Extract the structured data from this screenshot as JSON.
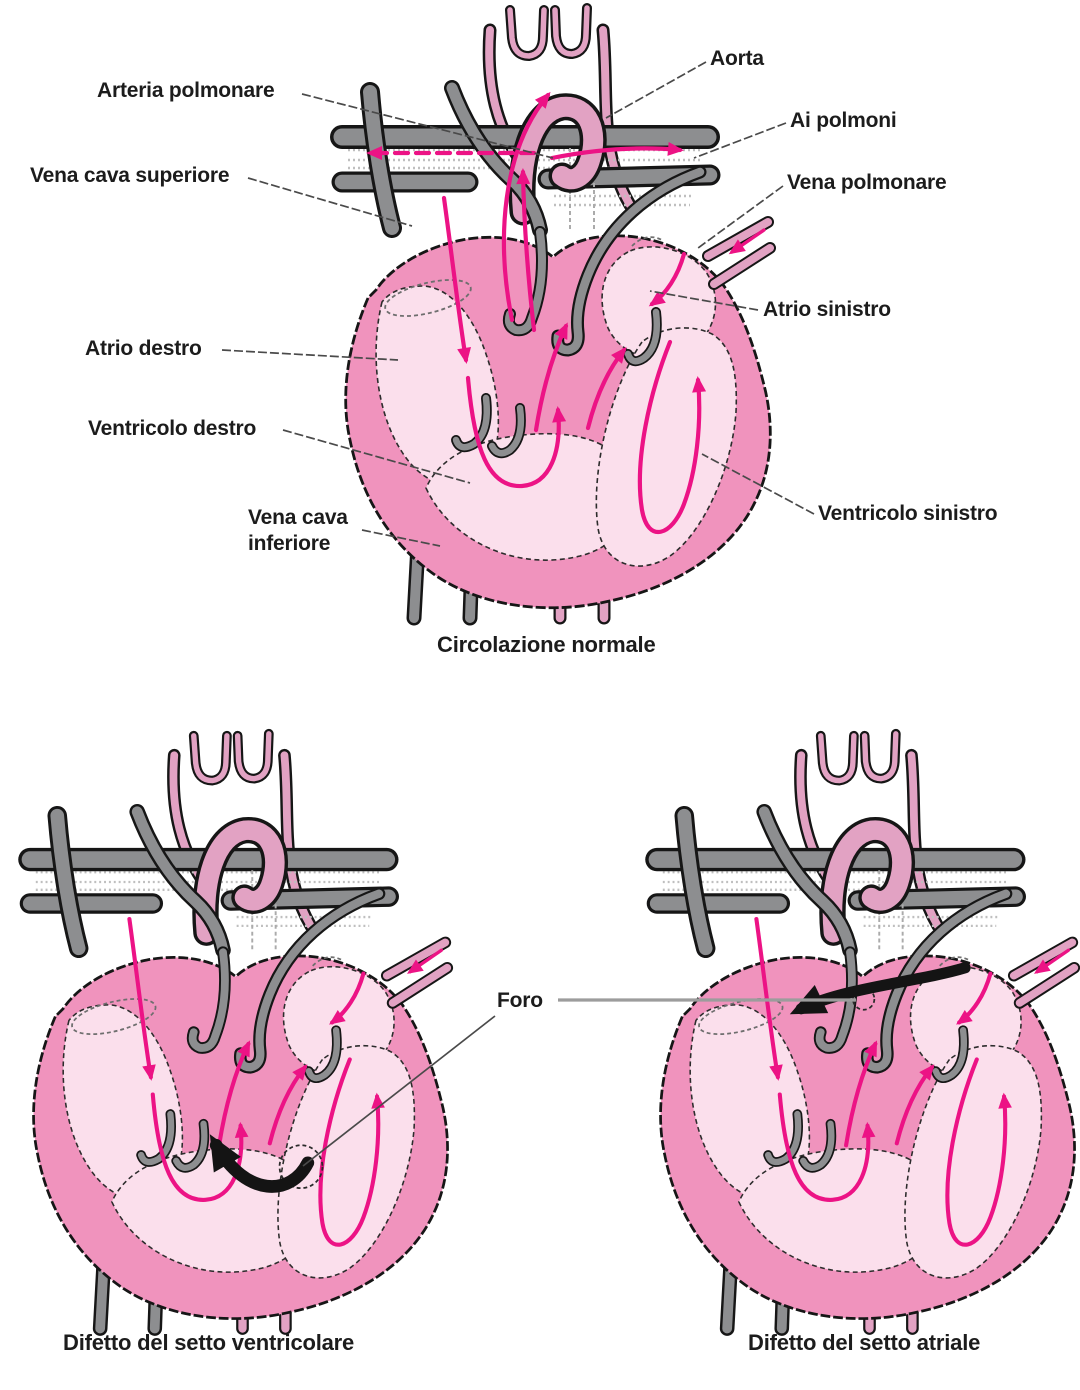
{
  "diagram": {
    "panels": [
      {
        "id": "normale",
        "caption": "Circolazione normale"
      },
      {
        "id": "setto-ventricolare",
        "caption": "Difetto del setto ventricolare"
      },
      {
        "id": "setto-atriale",
        "caption": "Difetto del setto atriale"
      }
    ],
    "labels": {
      "arteria_polmonare": "Arteria polmonare",
      "vena_cava_superiore": "Vena cava superiore",
      "atrio_destro": "Atrio destro",
      "ventricolo_destro": "Ventricolo destro",
      "vena_cava_inferiore": "Vena cava inferiore",
      "aorta": "Aorta",
      "ai_polmoni": "Ai polmoni",
      "vena_polmonare": "Vena polmonare",
      "atrio_sinistro": "Atrio sinistro",
      "ventricolo_sinistro": "Ventricolo sinistro",
      "foro": "Foro"
    },
    "colors": {
      "heart_wall": "#f093bd",
      "chamber_fill": "#fbdfec",
      "vessel_pink": "#e2a2c3",
      "vessel_gray": "#8d8e90",
      "flow_magenta": "#ec1385",
      "shunt_black": "#141414",
      "outline": "#161616",
      "label_text": "#1c1c1c",
      "leader_line": "#4a4a4a",
      "foro_line": "#9c9c9c",
      "background": "#ffffff"
    }
  }
}
